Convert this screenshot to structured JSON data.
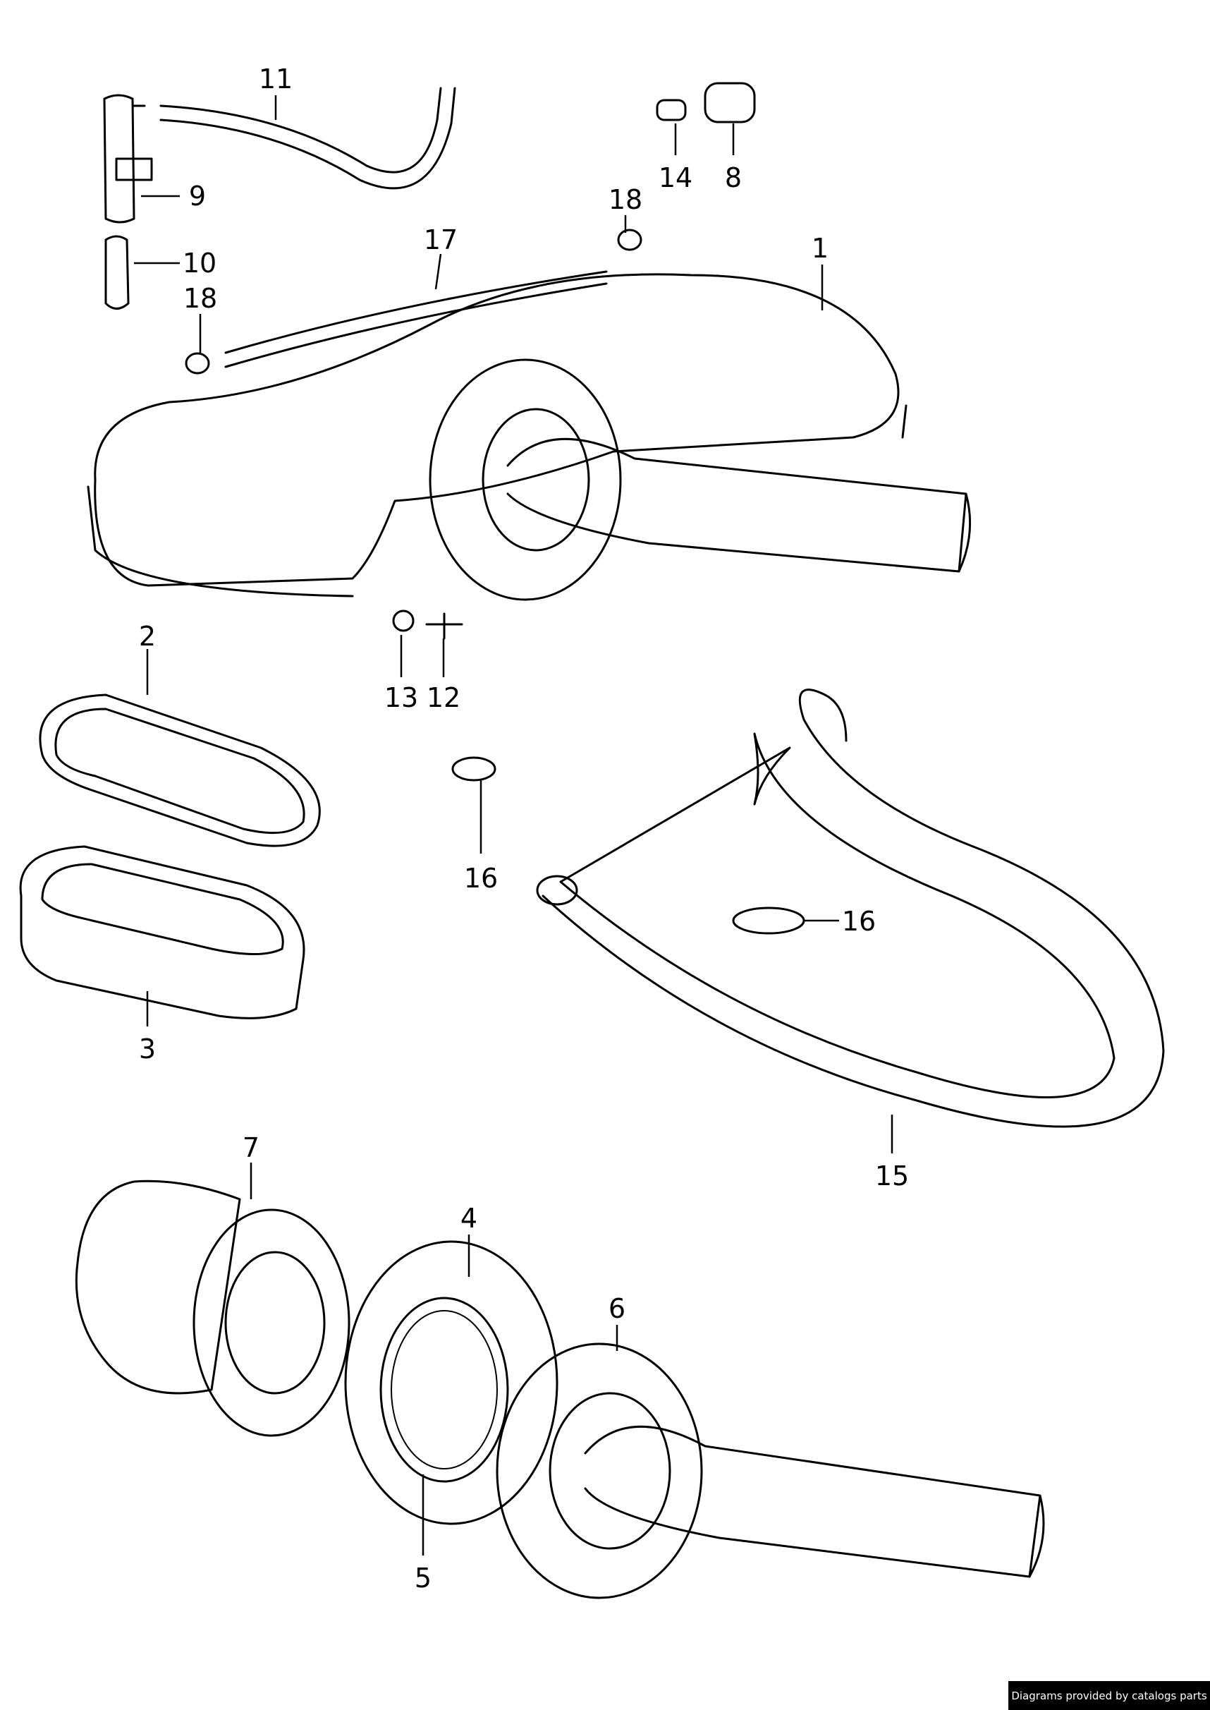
{
  "diagram": {
    "callouts": [
      "1",
      "2",
      "3",
      "4",
      "5",
      "6",
      "7",
      "8",
      "9",
      "10",
      "11",
      "12",
      "13",
      "14",
      "15",
      "16",
      "16",
      "17",
      "18",
      "18"
    ]
  },
  "credit": "Diagrams provided by catalogs parts"
}
